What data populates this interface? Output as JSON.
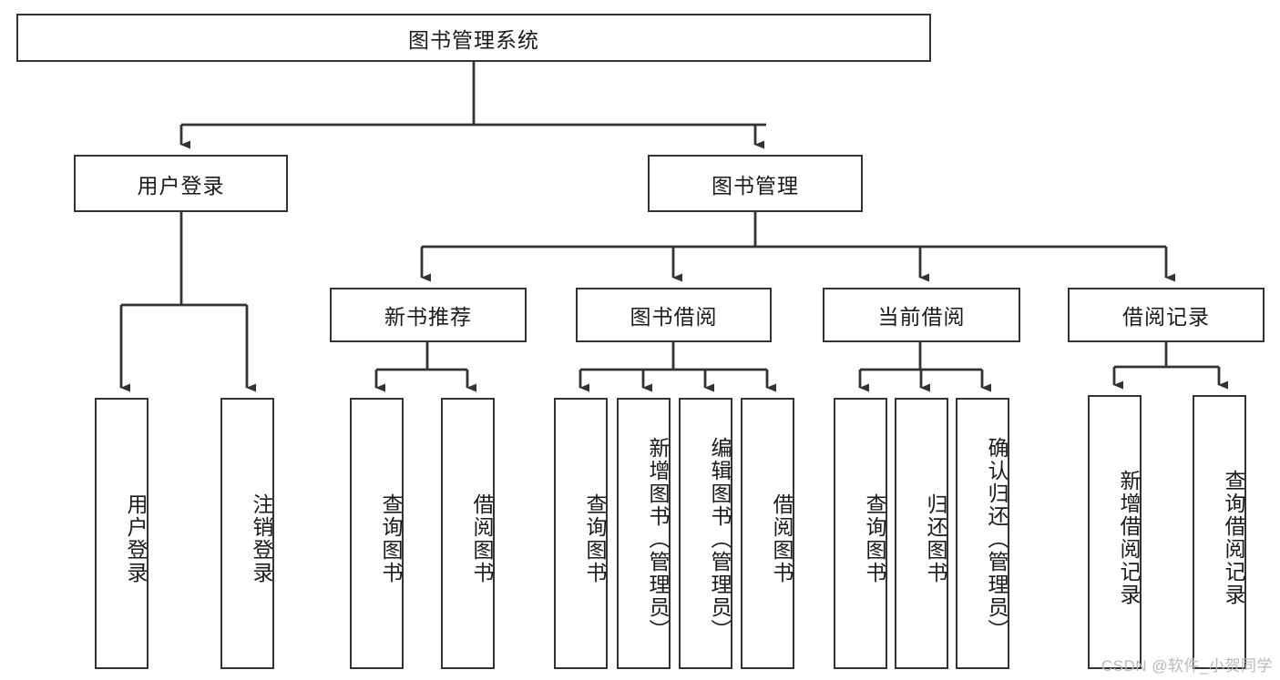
{
  "diagram": {
    "title": "图书管理系统",
    "type": "tree-hierarchy",
    "watermark": "CSDN @软件_小贺同学",
    "colors": {
      "box_border": "#333333",
      "box_fill": "#ffffff",
      "connector": "#333333",
      "text": "#1a1a1a",
      "watermark": "#b9b9b9"
    },
    "root": {
      "id": "root",
      "label": "图书管理系统"
    },
    "level2": [
      {
        "id": "user-login",
        "label": "用户登录"
      },
      {
        "id": "book-manage",
        "label": "图书管理"
      }
    ],
    "level3": [
      {
        "id": "new-book-recommend",
        "label": "新书推荐",
        "parent": "book-manage"
      },
      {
        "id": "book-borrow",
        "label": "图书借阅",
        "parent": "book-manage"
      },
      {
        "id": "current-borrow",
        "label": "当前借阅",
        "parent": "book-manage"
      },
      {
        "id": "borrow-record",
        "label": "借阅记录",
        "parent": "book-manage"
      }
    ],
    "leaves": {
      "user_login": [
        {
          "id": "leaf-user-login",
          "label": "用户登录"
        },
        {
          "id": "leaf-user-logout",
          "label": "注销登录"
        }
      ],
      "new_book_recommend": [
        {
          "id": "leaf-query-book-1",
          "label": "查询图书"
        },
        {
          "id": "leaf-borrow-book-1",
          "label": "借阅图书"
        }
      ],
      "book_borrow": [
        {
          "id": "leaf-query-book-2",
          "label": "查询图书"
        },
        {
          "id": "leaf-add-book",
          "label": "新增图书（管理员）"
        },
        {
          "id": "leaf-edit-book",
          "label": "编辑图书（管理员）"
        },
        {
          "id": "leaf-borrow-book-2",
          "label": "借阅图书"
        }
      ],
      "current_borrow": [
        {
          "id": "leaf-query-book-3",
          "label": "查询图书"
        },
        {
          "id": "leaf-return-book",
          "label": "归还图书"
        },
        {
          "id": "leaf-confirm-return",
          "label": "确认归还（管理员）"
        }
      ],
      "borrow_record": [
        {
          "id": "leaf-add-record",
          "label": "新增借阅记录"
        },
        {
          "id": "leaf-query-record",
          "label": "查询借阅记录"
        }
      ]
    }
  }
}
